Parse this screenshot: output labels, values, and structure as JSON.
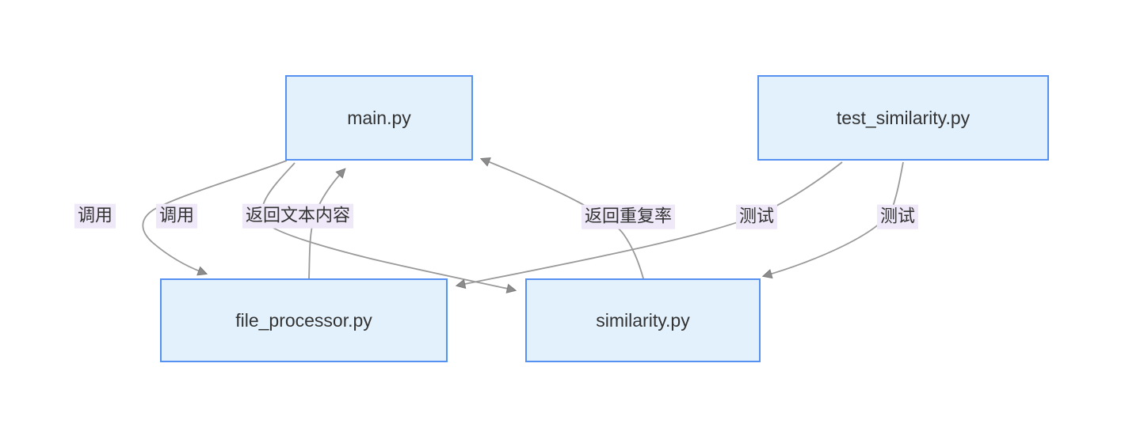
{
  "diagram": {
    "type": "flowchart",
    "background": "#ffffff",
    "nodes": [
      {
        "id": "main",
        "label": "main.py"
      },
      {
        "id": "test_similarity",
        "label": "test_similarity.py"
      },
      {
        "id": "file_processor",
        "label": "file_processor.py"
      },
      {
        "id": "similarity",
        "label": "similarity.py"
      }
    ],
    "edges": [
      {
        "from": "main.py",
        "to": "file_processor.py",
        "label": "调用"
      },
      {
        "from": "main.py",
        "to": "similarity.py",
        "label": "调用"
      },
      {
        "from": "file_processor.py",
        "to": "main.py",
        "label": "返回文本内容"
      },
      {
        "from": "similarity.py",
        "to": "main.py",
        "label": "返回重复率"
      },
      {
        "from": "test_similarity.py",
        "to": "file_processor.py",
        "label": "测试"
      },
      {
        "from": "test_similarity.py",
        "to": "similarity.py",
        "label": "测试"
      }
    ],
    "colors": {
      "node_fill": "#e3f1fc",
      "node_border": "#5690f0",
      "node_text": "#333333",
      "edge_line": "#9a9a9a",
      "arrowhead": "#8c8c8c",
      "edge_label_bg": "#efe8f8",
      "edge_label_text": "#333333"
    }
  }
}
